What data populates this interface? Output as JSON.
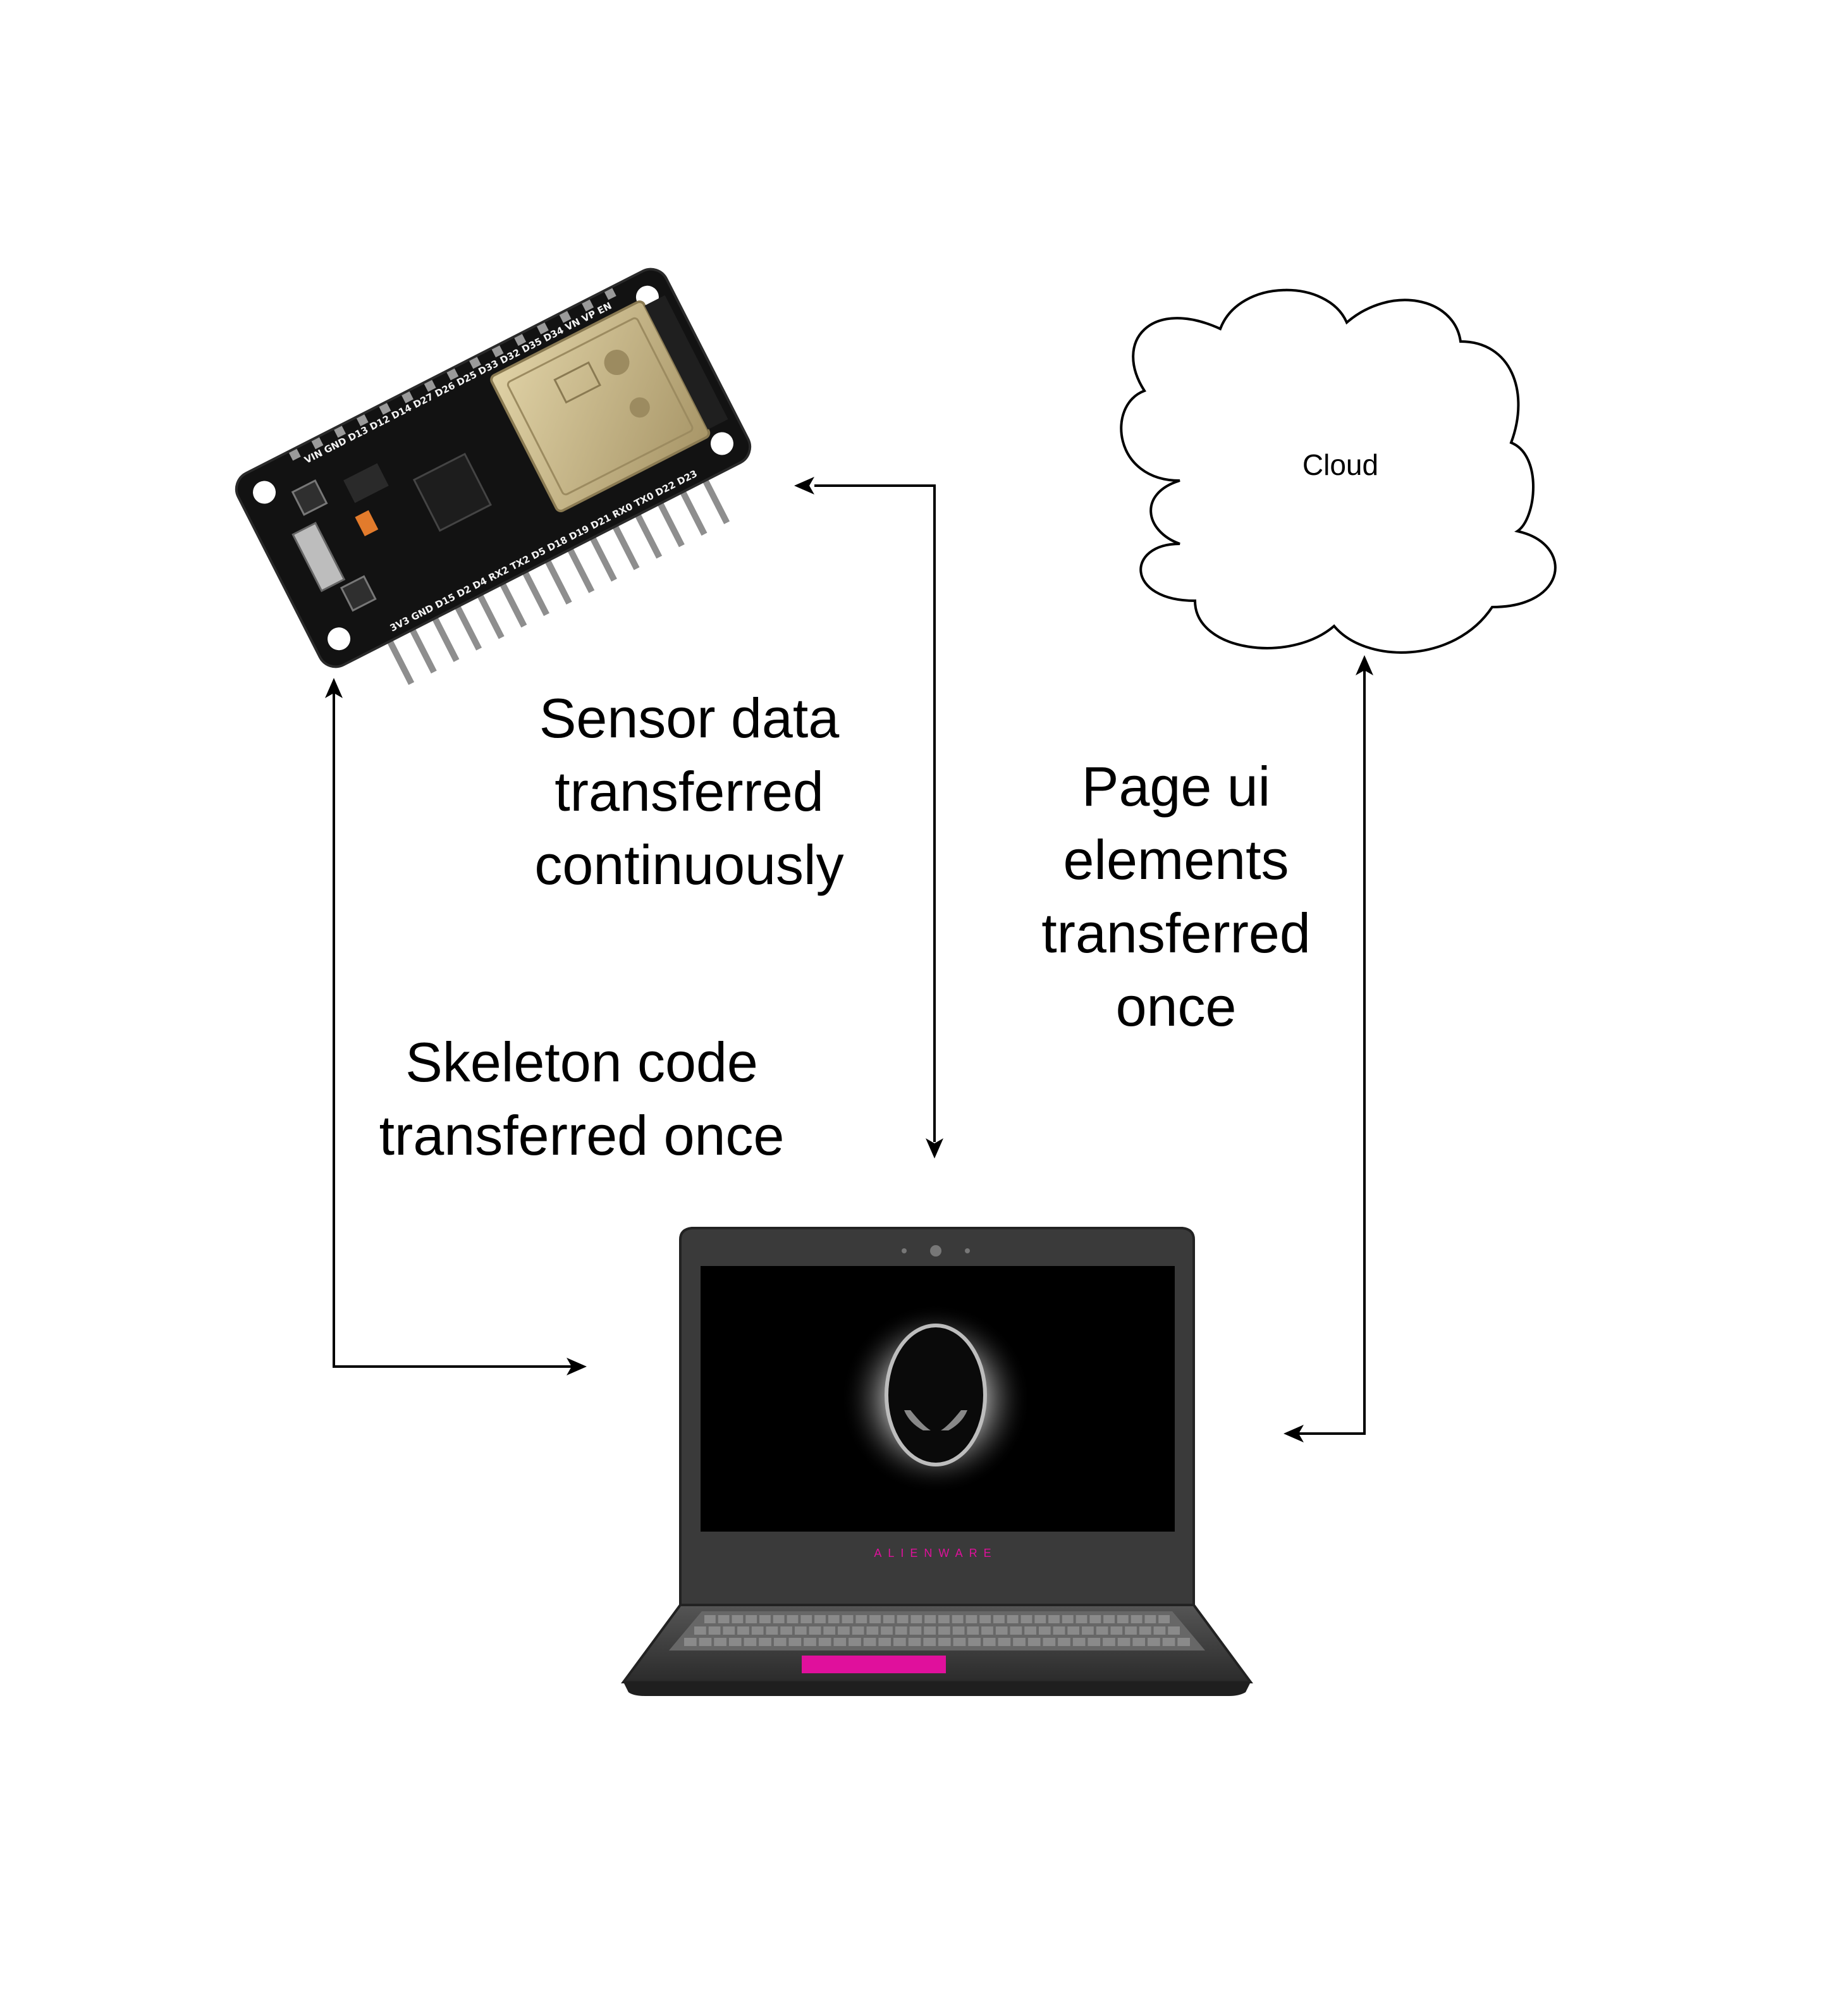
{
  "nodes": {
    "cloud": {
      "label": "Cloud"
    },
    "board": {
      "top_pins": "VIN GND D13 D12 D14 D27 D26 D25 D33 D32 D35 D34 VN VP EN",
      "bottom_pins": "3V3 GND D15 D2 D4 RX2 TX2 D5 D18 D19 D21 RX0 TX0 D22 D23"
    },
    "laptop": {
      "brand": "ALIENWARE"
    }
  },
  "edges": {
    "sensor": {
      "lines": [
        "Sensor data",
        "transferred",
        "continuously"
      ]
    },
    "skeleton": {
      "lines": [
        "Skeleton code",
        "transferred once"
      ]
    },
    "page_ui": {
      "lines": [
        "Page ui",
        "elements",
        "transferred",
        "once"
      ]
    }
  },
  "colors": {
    "line": "#000000",
    "board": "#121212",
    "chip": "#c9b98f",
    "laptop_body": "#3a3a3a",
    "accent": "#e0109c"
  }
}
